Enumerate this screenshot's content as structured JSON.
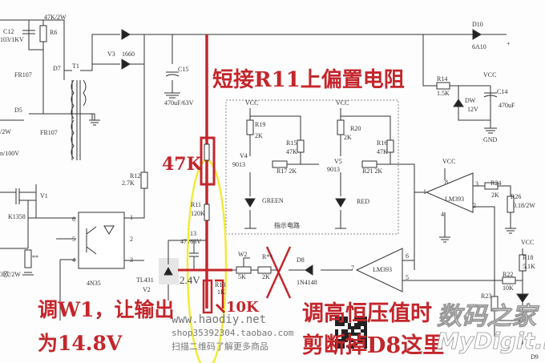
{
  "component_labels": [
    "47K/2W",
    "C12",
    "103/1KV",
    "R6",
    "D7",
    "FR107",
    "T1",
    "V3",
    "1660",
    "C15",
    "470uF/63V",
    "D5",
    "/2W",
    "n/100V",
    "FR107",
    "R12",
    "2.7K",
    "VCC",
    "R19",
    "2K",
    "V4",
    "9013",
    "D10",
    "6A10",
    "+",
    "R14",
    "1.5K",
    "VCC",
    "C14",
    "DW",
    "12V",
    "470uF",
    "GND",
    "VCC",
    "R20",
    "2K",
    "R15",
    "47K",
    "R16",
    "47K",
    "V5",
    "9013",
    "R17  2K",
    "R21  2K",
    "VCC",
    "R24",
    "V1",
    "K1358",
    "6",
    "1",
    "5",
    "2",
    "4",
    "3",
    "4N35",
    "TL431",
    "V2",
    "R11",
    "120K",
    "13",
    "47 /63V",
    "W2",
    "5K",
    "R**",
    "2K",
    "R10",
    "1K",
    "**",
    "3欧/2W",
    "GREEN",
    "RED",
    "指示电路",
    "LM393",
    "1",
    "8",
    "3",
    "2",
    "4",
    "2K",
    "R26",
    "0.18/2W",
    "VCC",
    "R18",
    "5.1K",
    "D8",
    "1N4148",
    "7",
    "LM393",
    "6",
    "5",
    "R22",
    "10K",
    "R23",
    "D9"
  ],
  "annotations": {
    "short_r11": "短接R11上偏置电阻",
    "r_47k": "47K",
    "voltage": "2.4V",
    "r_10k": "10K",
    "adjust_w1_line1": "调W1，让输出",
    "adjust_w1_line2": "为14.8V",
    "raise_voltage_line1": "调高恒压值时",
    "raise_voltage_line2": "剪断掉D8这里"
  },
  "watermark": {
    "site": "www.haodiy.net",
    "shop": "shop35392304.taobao.com",
    "scan": "扫描二维码了解更多商品",
    "brand_cn": "数码之家",
    "brand_en": "MyDigit.net"
  },
  "colors": {
    "annotation": "#c3262c",
    "highlight": "#f2ea3a",
    "wire": "#333333"
  }
}
